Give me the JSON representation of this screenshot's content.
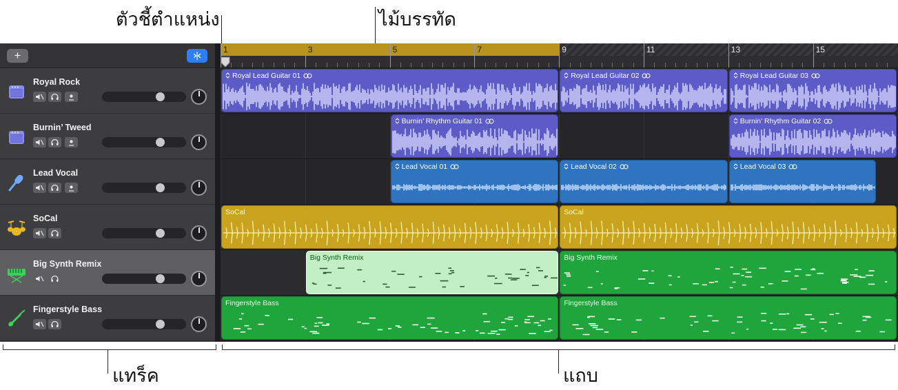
{
  "annotations": {
    "playhead": "ตัวชี้ตำแหน่ง",
    "ruler": "ไม้บรรทัด",
    "tracks": "แทร็ค",
    "regions": "แถบ"
  },
  "toolbar": {
    "add_label": "+",
    "smart_icon": "scissor-split-icon"
  },
  "ruler": {
    "bars": [
      "1",
      "3",
      "5",
      "7",
      "9",
      "11",
      "13",
      "15"
    ],
    "cycle_colour": "#b8921e"
  },
  "tracks": [
    {
      "name": "Royal Rock",
      "icon": "amp-icon",
      "volume": 0.72,
      "selected": false
    },
    {
      "name": "Burnin’ Tweed",
      "icon": "amp-icon",
      "volume": 0.72,
      "selected": false
    },
    {
      "name": "Lead Vocal",
      "icon": "microphone-icon",
      "volume": 0.72,
      "selected": false
    },
    {
      "name": "SoCal",
      "icon": "drum-kit-icon",
      "volume": 0.72,
      "selected": false
    },
    {
      "name": "Big Synth Remix",
      "icon": "keyboard-icon",
      "volume": 0.72,
      "selected": true
    },
    {
      "name": "Fingerstyle Bass",
      "icon": "bass-guitar-icon",
      "volume": 0.72,
      "selected": false
    }
  ],
  "regions": {
    "royal_1": "Royal Lead Guitar 01",
    "royal_2": "Royal Lead Guitar 02",
    "royal_3": "Royal Lead Guitar 03",
    "burnin_1": "Burnin’ Rhythm Guitar 01",
    "burnin_2": "Burnin’ Rhythm Guitar 02",
    "vocal_1": "Lead Vocal 01",
    "vocal_2": "Lead Vocal 02",
    "vocal_3": "Lead Vocal 03",
    "socal_1": "SoCal",
    "socal_2": "SoCal",
    "synth_1": "Big Synth Remix",
    "synth_2": "Big Synth Remix",
    "bass_1": "Fingerstyle Bass",
    "bass_2": "Fingerstyle Bass"
  },
  "colors": {
    "purple_region": "#5c5bc8",
    "blue_region": "#2f74c0",
    "yellow_region": "#c9a21e",
    "green_region": "#1fa53c",
    "selected_region": "#c2f0c4",
    "accent": "#2d7ff9"
  }
}
